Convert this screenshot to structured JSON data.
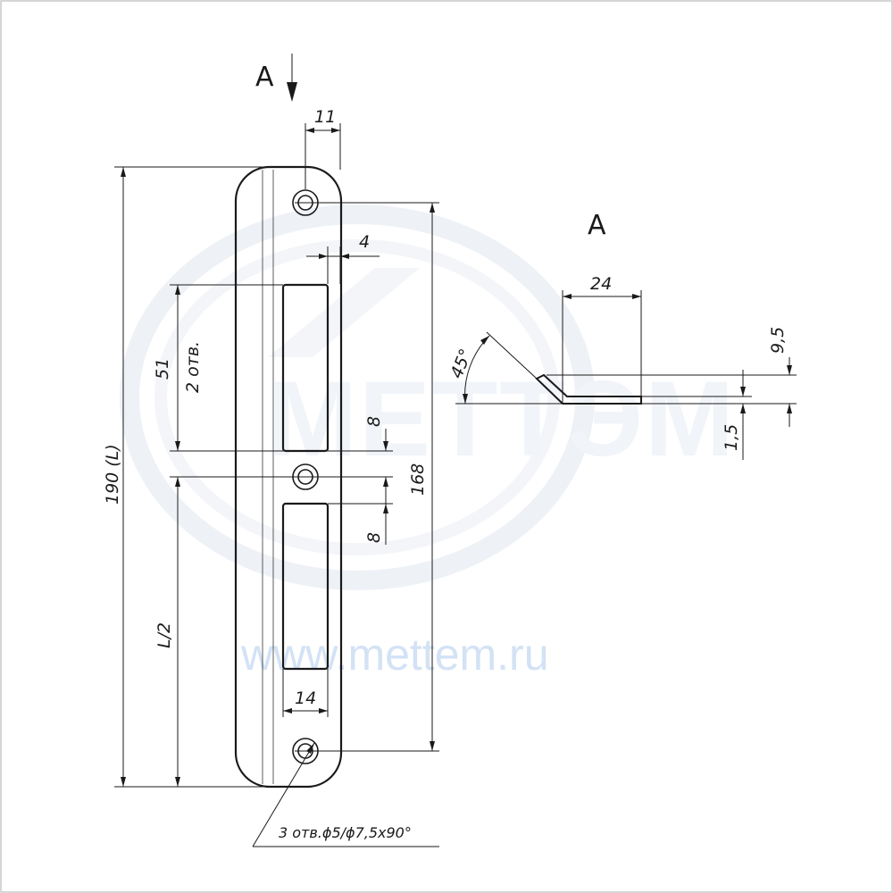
{
  "watermark": {
    "url": "www.mettem.ru",
    "logo": "МЕТТЭМ"
  },
  "colors": {
    "line": "#1a1a1a",
    "watermark_text": "#d3e2f5",
    "watermark_logo": "#f1f4f9",
    "frame": "#c8c8c8"
  },
  "view_labels": {
    "arrow_label": "A",
    "section_label": "A"
  },
  "dimensions": {
    "width_top": "11",
    "offset_4": "4",
    "slot_height": "51",
    "slot_holes": "2 отв.",
    "gap_top": "8",
    "gap_bottom": "8",
    "hole_span": "168",
    "total_length": "190 (L)",
    "half_length": "L/2",
    "slot_width": "14",
    "holes_note": "3 отв.ϕ5/ϕ7,5x90°"
  },
  "section": {
    "width": "24",
    "angle": "45°",
    "height": "9,5",
    "thickness": "1,5"
  }
}
